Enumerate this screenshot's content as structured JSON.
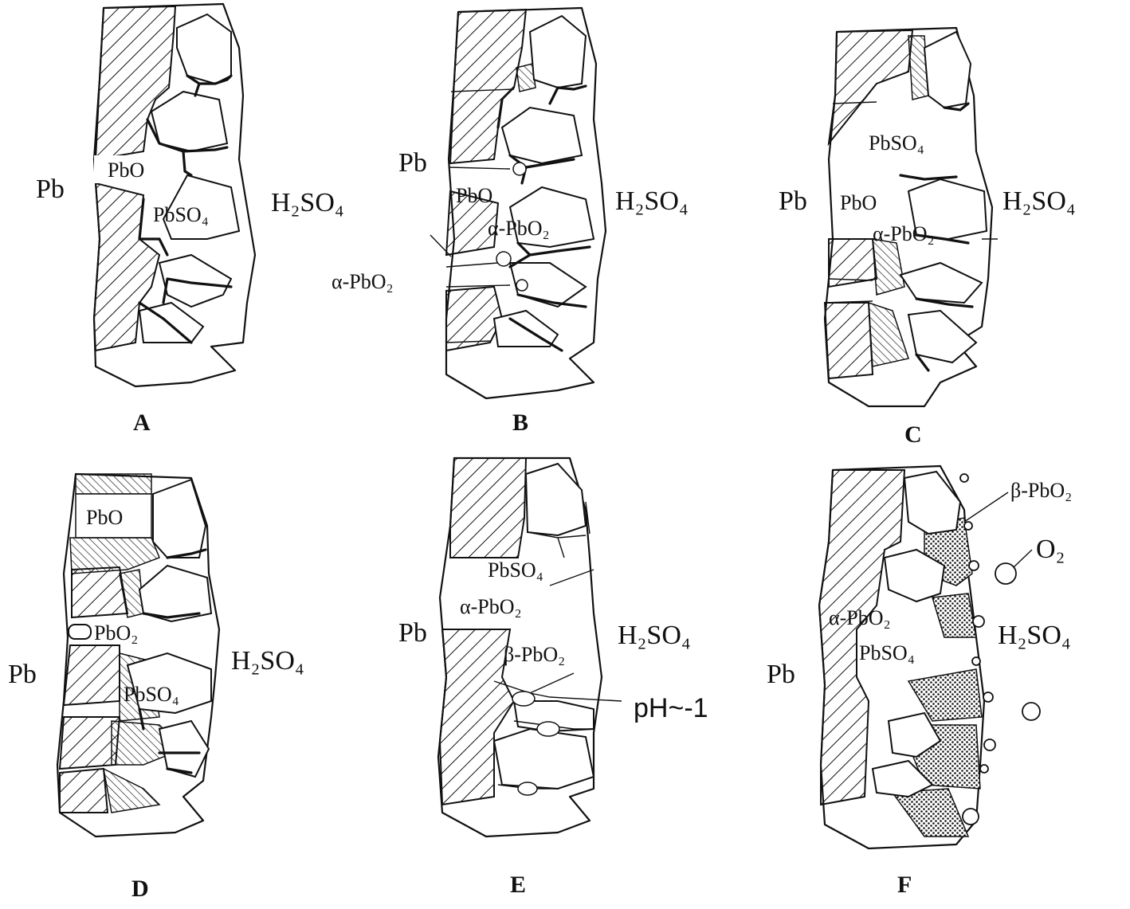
{
  "colors": {
    "ink": "#111111",
    "paper": "#ffffff"
  },
  "panels": [
    {
      "id": "A",
      "letter": "A",
      "metal": "Pb",
      "electrolyte": "H₂SO₄",
      "labels": [
        "PbO",
        "PbSO₄"
      ]
    },
    {
      "id": "B",
      "letter": "B",
      "metal": "Pb",
      "electrolyte": "H₂SO₄",
      "labels": [
        "PbO",
        "α-PbO₂",
        "α-PbO₂"
      ]
    },
    {
      "id": "C",
      "letter": "C",
      "metal": "Pb",
      "electrolyte": "H₂SO₄",
      "labels": [
        "PbSO₄",
        "PbO",
        "α-PbO₂"
      ]
    },
    {
      "id": "D",
      "letter": "D",
      "metal": "Pb",
      "electrolyte": "H₂SO₄",
      "labels": [
        "PbO",
        "PbO₂",
        "PbSO₄"
      ]
    },
    {
      "id": "E",
      "letter": "E",
      "metal": "Pb",
      "electrolyte": "H₂SO₄",
      "labels": [
        "PbSO₄",
        "α-PbO₂",
        "β-PbO₂",
        "pH~-1"
      ]
    },
    {
      "id": "F",
      "letter": "F",
      "metal": "Pb",
      "electrolyte": "H₂SO₄",
      "labels": [
        "β-PbO₂",
        "O₂",
        "α-PbO₂",
        "PbSO₄"
      ]
    }
  ]
}
